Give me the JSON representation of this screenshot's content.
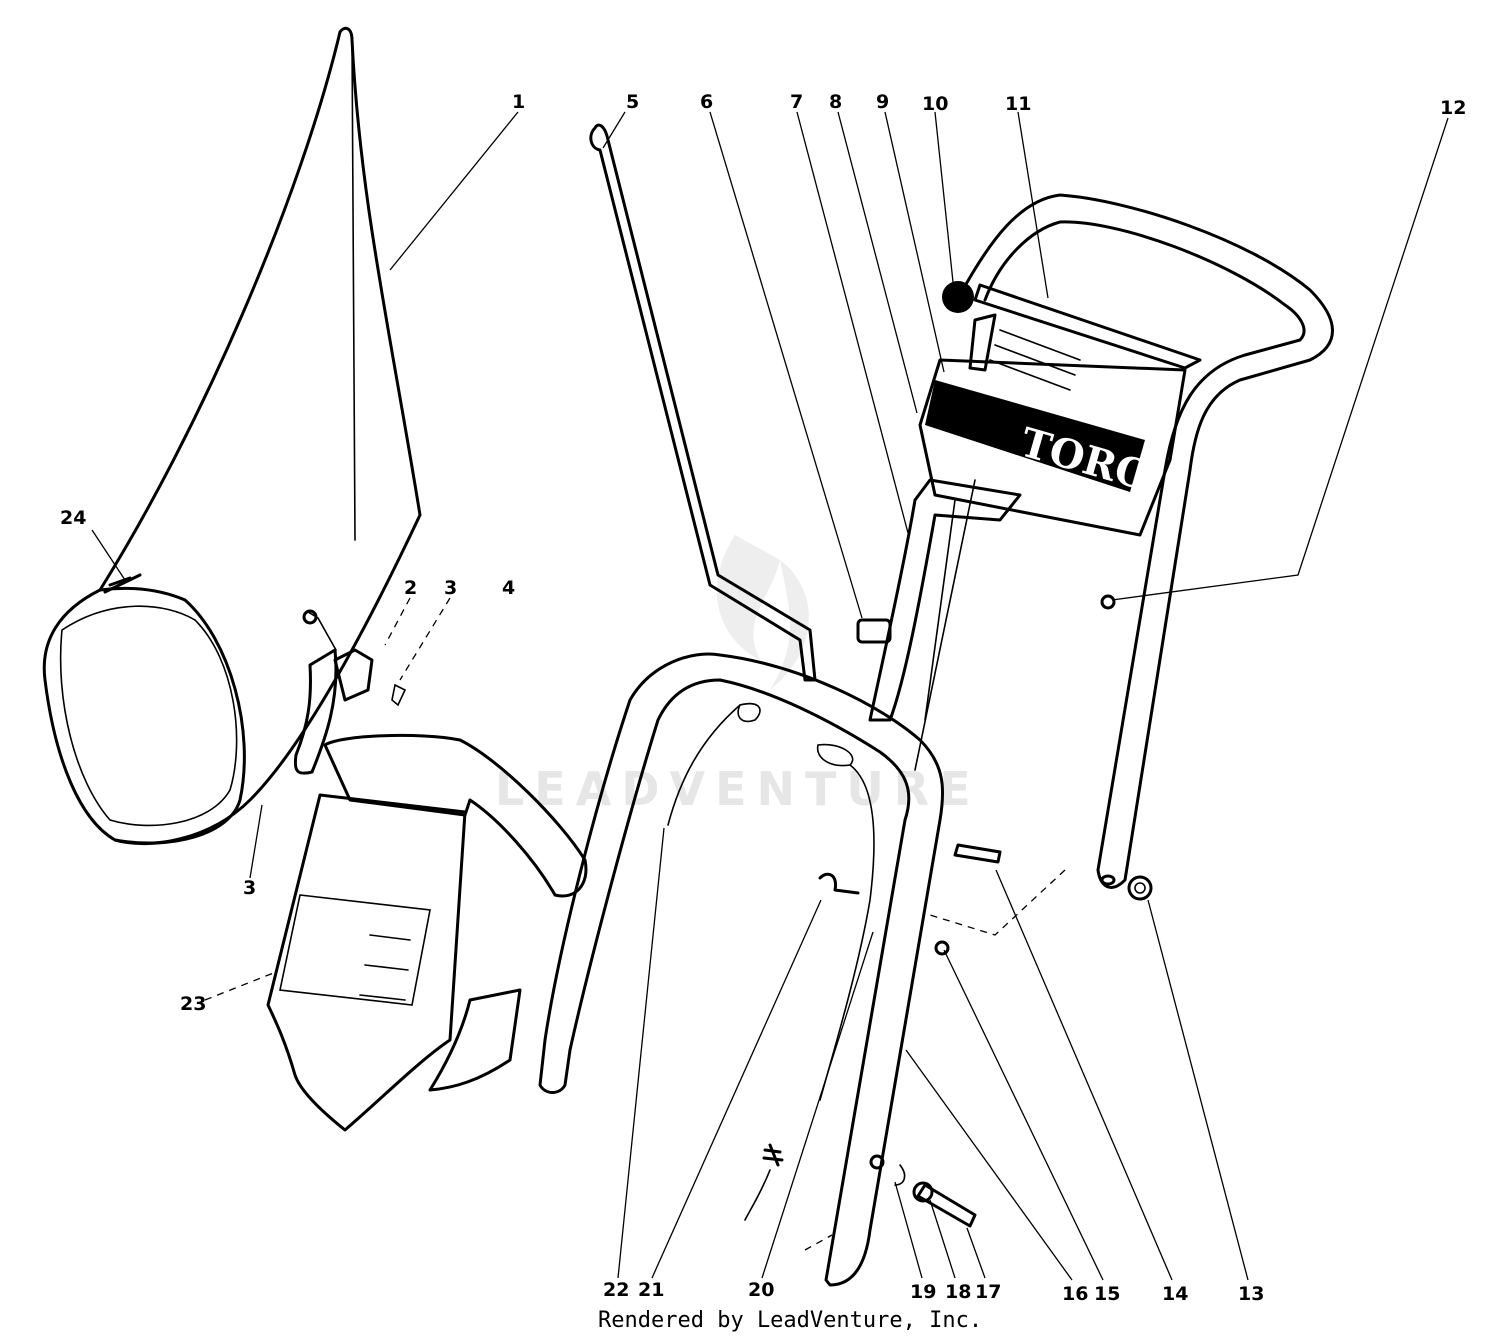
{
  "diagram": {
    "brand_label": "TORO",
    "watermark": "LEADVENTURE",
    "credit": "Rendered by LeadVenture, Inc.",
    "callouts": [
      "1",
      "2",
      "3",
      "3",
      "4",
      "5",
      "6",
      "7",
      "8",
      "9",
      "10",
      "11",
      "12",
      "13",
      "14",
      "15",
      "16",
      "17",
      "18",
      "19",
      "20",
      "21",
      "22",
      "23",
      "24"
    ]
  }
}
